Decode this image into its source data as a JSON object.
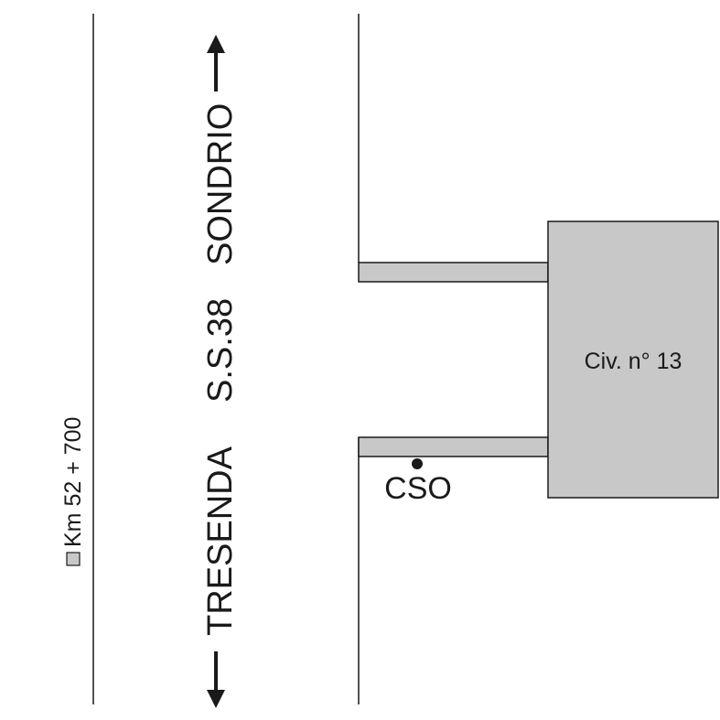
{
  "road": {
    "name": "S.S.38",
    "direction_north": "SONDRIO",
    "direction_south": "TRESENDA"
  },
  "milestone": {
    "label": "Km 52 + 700"
  },
  "building": {
    "label": "Civ. n° 13"
  },
  "point": {
    "label": "CSO"
  },
  "colors": {
    "line": "#1a1a1a",
    "fill": "#c8c8c8"
  }
}
